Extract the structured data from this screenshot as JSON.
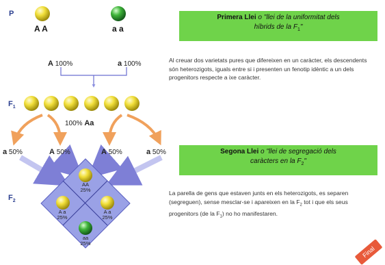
{
  "generations": {
    "p": "P",
    "f1": "F",
    "f1_sub": "1",
    "f2": "F",
    "f2_sub": "2"
  },
  "parents": {
    "left_genotype": "A A",
    "right_genotype": "a a"
  },
  "gametes_p": {
    "left_allele": "A",
    "left_pct": "100%",
    "right_allele": "a",
    "right_pct": "100%"
  },
  "f1_result": {
    "pct": "100%",
    "genotype": "Aa"
  },
  "gametes_f1": [
    {
      "allele": "a",
      "pct": "50%"
    },
    {
      "allele": "A",
      "pct": "50%"
    },
    {
      "allele": "A",
      "pct": "50%"
    },
    {
      "allele": "a",
      "pct": "50%"
    }
  ],
  "punnett": {
    "top": {
      "genotype": "AA",
      "pct": "25%"
    },
    "left": {
      "genotype": "A a",
      "pct": "25%"
    },
    "right": {
      "genotype": "A a",
      "pct": "25%"
    },
    "bottom": {
      "genotype": "aa",
      "pct": "25%"
    }
  },
  "law1": {
    "title_bold": "Primera Llei",
    "title_rest": " o \"llei de la uniformitat dels",
    "title_line2": "híbrids de la F",
    "title_line2_sub": "1",
    "title_line2_end": "\"",
    "text": "Al creuar dos varietats pures que difereixen en un caràcter, els descendents són heterozigots, iguals entre si i presenten un fenotip idèntic a un dels progenitors respecte a ixe caràcter."
  },
  "law2": {
    "title_bold": "Segona Llei",
    "title_rest": " o \"llei de segregació dels",
    "title_line2": "caràcters en la F",
    "title_line2_sub": "2",
    "title_line2_end": "\"",
    "text_1": "La parella de gens que estaven junts en els heterozigots, es separen (segreguen), sense mesclar-se i apareixen en la F",
    "text_sub_a": "2",
    "text_2": " tot i que els seus progenitors (de la F",
    "text_sub_b": "1",
    "text_3": ") no ho manifestaren."
  },
  "final_badge": "Final",
  "colors": {
    "yellow_pea": "#e8d42a",
    "green_pea": "#2f9a2a",
    "law_box": "#6fd34a",
    "arrow": "#f0a15c",
    "punnett": "#9aa1e6"
  }
}
